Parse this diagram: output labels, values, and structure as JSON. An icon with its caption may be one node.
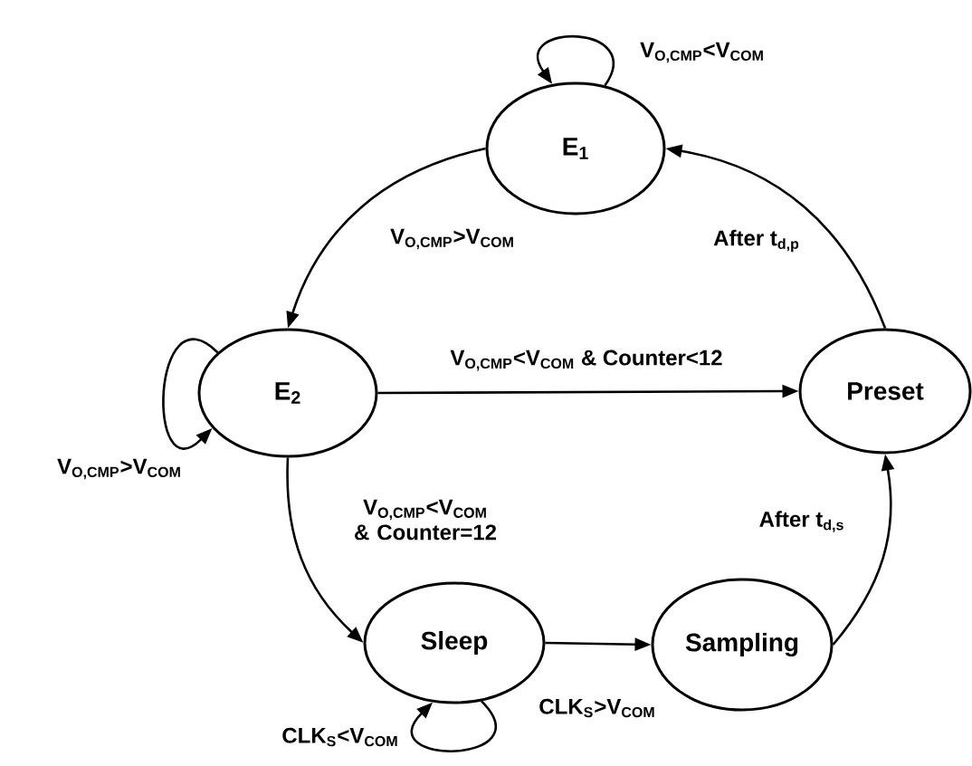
{
  "diagram": {
    "nodes": [
      {
        "text": [
          "E$_{1}$"
        ]
      },
      {
        "text": [
          "E$_{2}$"
        ]
      },
      {
        "text": [
          "Preset"
        ]
      },
      {
        "text": [
          "Sleep"
        ]
      },
      {
        "text": [
          "Sampling"
        ]
      }
    ],
    "edges": [
      {
        "from": 0,
        "to": 0,
        "arrow": "to",
        "label": "V$_{O,CMP}$<V$_{COM}$"
      },
      {
        "from": 0,
        "to": 1,
        "arrow": "to",
        "label": "V$_{O,CMP}$>V$_{COM}$"
      },
      {
        "from": 2,
        "to": 0,
        "arrow": "to",
        "label": "After t$_{d,p}$"
      },
      {
        "from": 1,
        "to": 1,
        "arrow": "to",
        "label": "V$_{O,CMP}$>V$_{COM}$"
      },
      {
        "from": 1,
        "to": 2,
        "arrow": "to",
        "label": "V$_{O,CMP}$<V$_{COM}$ & Counter<12"
      },
      {
        "from": 1,
        "to": 3,
        "arrow": "to",
        "label": "V$_{O,CMP}$<V$_{COM}$ & Counter=12"
      },
      {
        "from": 3,
        "to": 3,
        "arrow": "to",
        "label": "CLK$_{S}$<V$_{COM}$"
      },
      {
        "from": 3,
        "to": 4,
        "arrow": "to",
        "label": "CLK$_{S}$>V$_{COM}$"
      },
      {
        "from": 4,
        "to": 2,
        "arrow": "to",
        "label": "After t$_{d,s}$"
      }
    ]
  }
}
